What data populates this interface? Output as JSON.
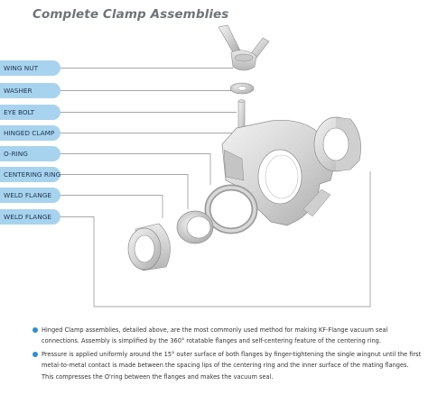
{
  "title": "Complete Clamp Assemblies",
  "labels": [
    "WING NUT",
    "WASHER",
    "EYE BOLT",
    "HINGED CLAMP",
    "O-RING",
    "CENTERING RING",
    "WELD FLANGE",
    "WELD FLANGE"
  ],
  "notes": [
    "Hinged Clamp assemblies, detailed above, are the most commonly used method for making KF-Flange vacuum seal connections. Assembly is simplified by the 360° rotatable flanges and self-centering feature of the centering ring.",
    "Pressure is applied uniformly around the 15° outer surface of both flanges by finger-tightening the single wingnut until the first metal-to-metal contact is made between the spacing lips of the centering ring and the inner surface of the mating flanges. This compresses the O'ring between the flanges and makes the vacuum seal."
  ],
  "colors": {
    "label_bg": "#a8d3ee",
    "title": "#6f7378",
    "bullet": "#2f8fd0",
    "leader": "#8a8a8a"
  }
}
